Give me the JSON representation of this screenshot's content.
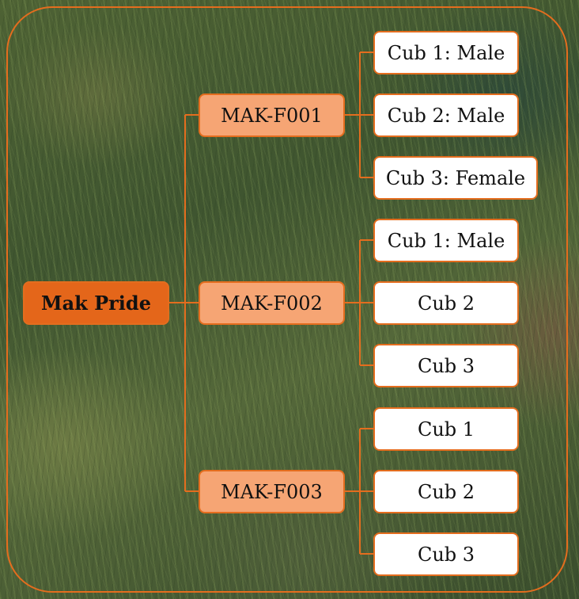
{
  "diagram": {
    "root": {
      "label": "Mak Pride"
    },
    "females": [
      {
        "label": "MAK-F001",
        "cubs": [
          "Cub 1: Male",
          "Cub 2: Male",
          "Cub 3: Female"
        ]
      },
      {
        "label": "MAK-F002",
        "cubs": [
          "Cub 1: Male",
          "Cub 2",
          "Cub 3"
        ]
      },
      {
        "label": "MAK-F003",
        "cubs": [
          "Cub 1",
          "Cub 2",
          "Cub 3"
        ]
      }
    ]
  },
  "colors": {
    "root_fill": "#e4661a",
    "female_fill": "#f6a574",
    "cub_fill": "#ffffff",
    "border": "#e46d1e"
  }
}
